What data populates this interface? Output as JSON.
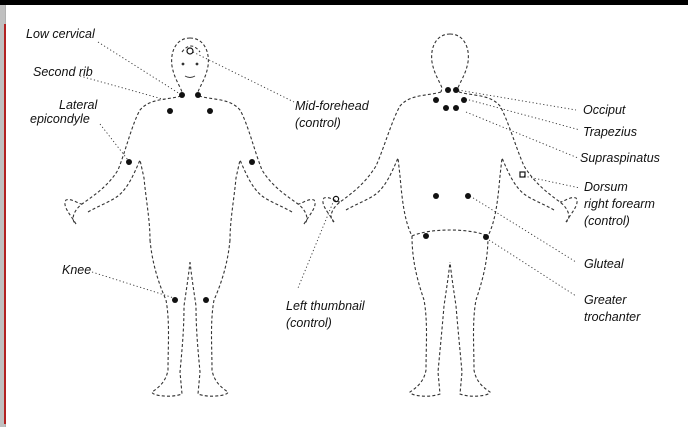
{
  "labels": {
    "low_cervical": "Low cervical",
    "second_rib": "Second rib",
    "lateral_1": "Lateral",
    "lateral_2": "epicondyle",
    "knee": "Knee",
    "mid_forehead_1": "Mid-forehead",
    "mid_forehead_2": "(control)",
    "left_thumbnail_1": "Left thumbnail",
    "left_thumbnail_2": "(control)",
    "occiput": "Occiput",
    "trapezius": "Trapezius",
    "supraspinatus": "Supraspinatus",
    "dorsum_1": "Dorsum",
    "dorsum_2": "right forearm",
    "dorsum_3": "(control)",
    "gluteal": "Gluteal",
    "greater_trochanter_1": "Greater",
    "greater_trochanter_2": "trochanter"
  }
}
